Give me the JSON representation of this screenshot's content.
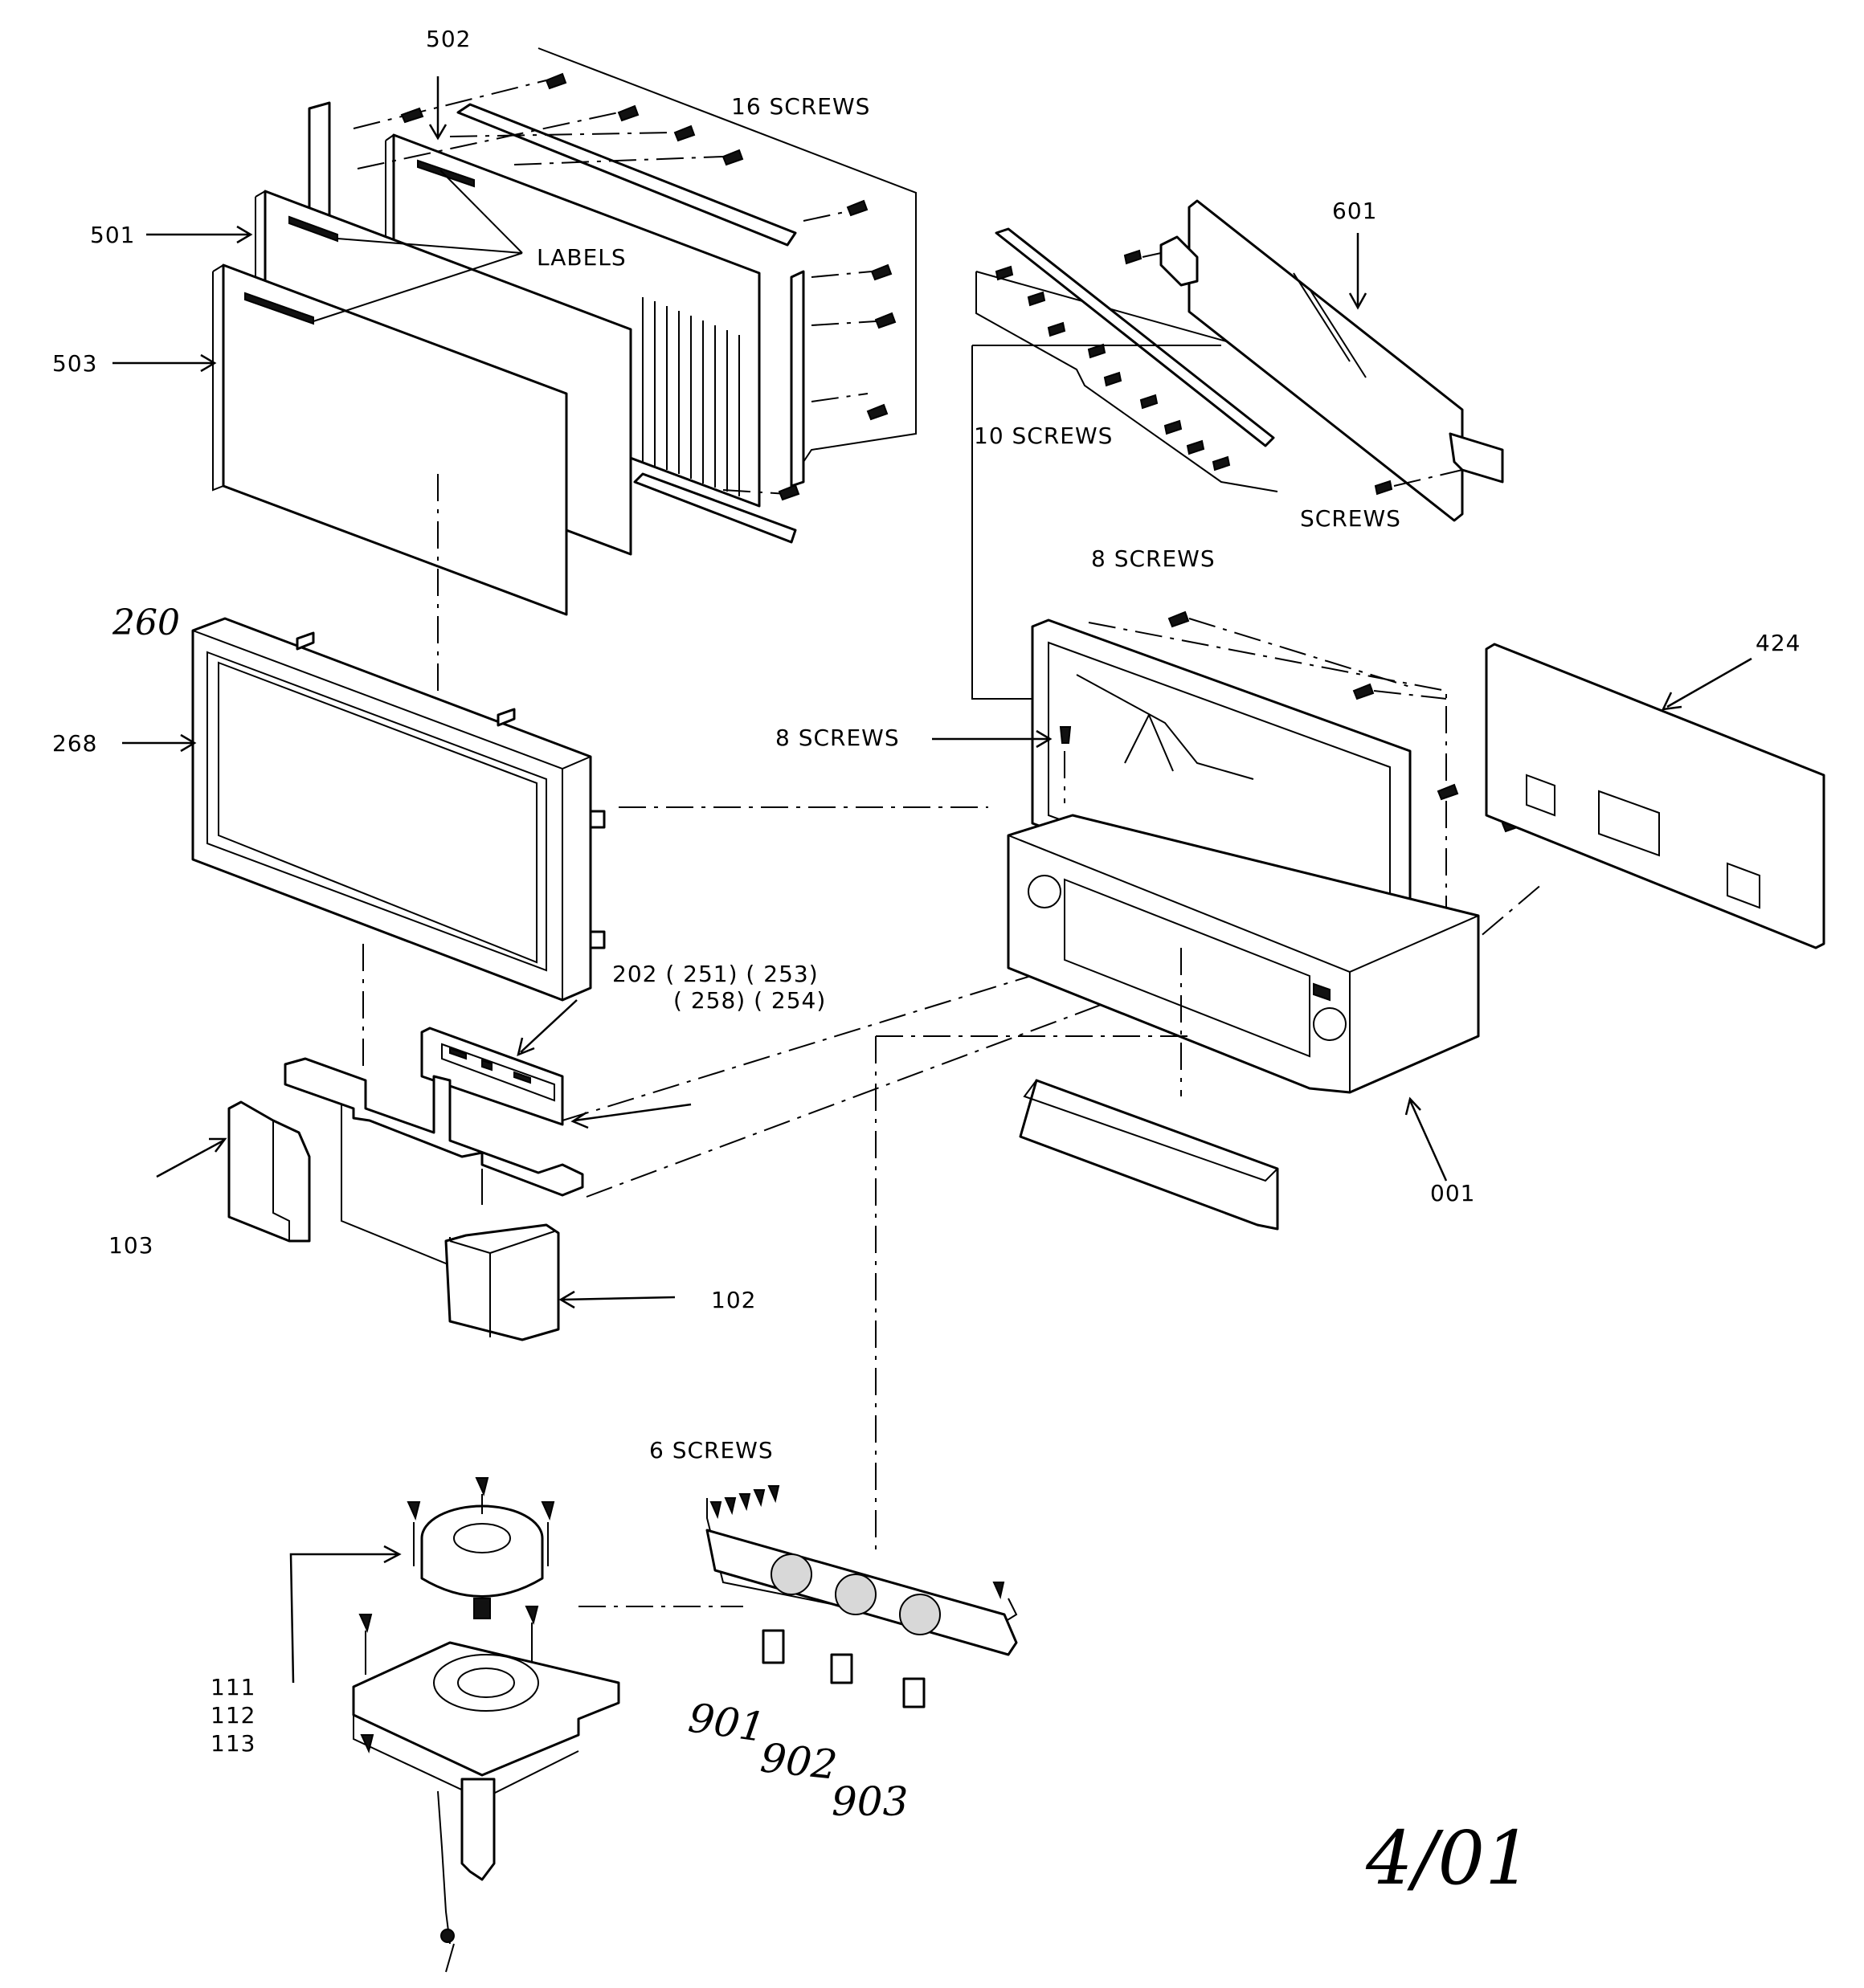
{
  "labels": {
    "p502": "502",
    "p16screws": "16 SCREWS",
    "p501": "501",
    "labels_text": "LABELS",
    "p503": "503",
    "p260": "260",
    "p268": "268",
    "p601": "601",
    "p10screws": "10 SCREWS",
    "screws": "SCREWS",
    "p8screws_top": "8 SCREWS",
    "p424": "424",
    "p8screws_left": "8 SCREWS",
    "p202_line1": "202 (  251) (  253)",
    "p202_line2": "(  258) (  254)",
    "p001": "001",
    "p103": "103",
    "p102": "102",
    "p6screws": "6 SCREWS",
    "p111": "111",
    "p112": "112",
    "p113": "113",
    "p901": "901",
    "p902": "902",
    "p903": "903",
    "date": "4/01"
  }
}
